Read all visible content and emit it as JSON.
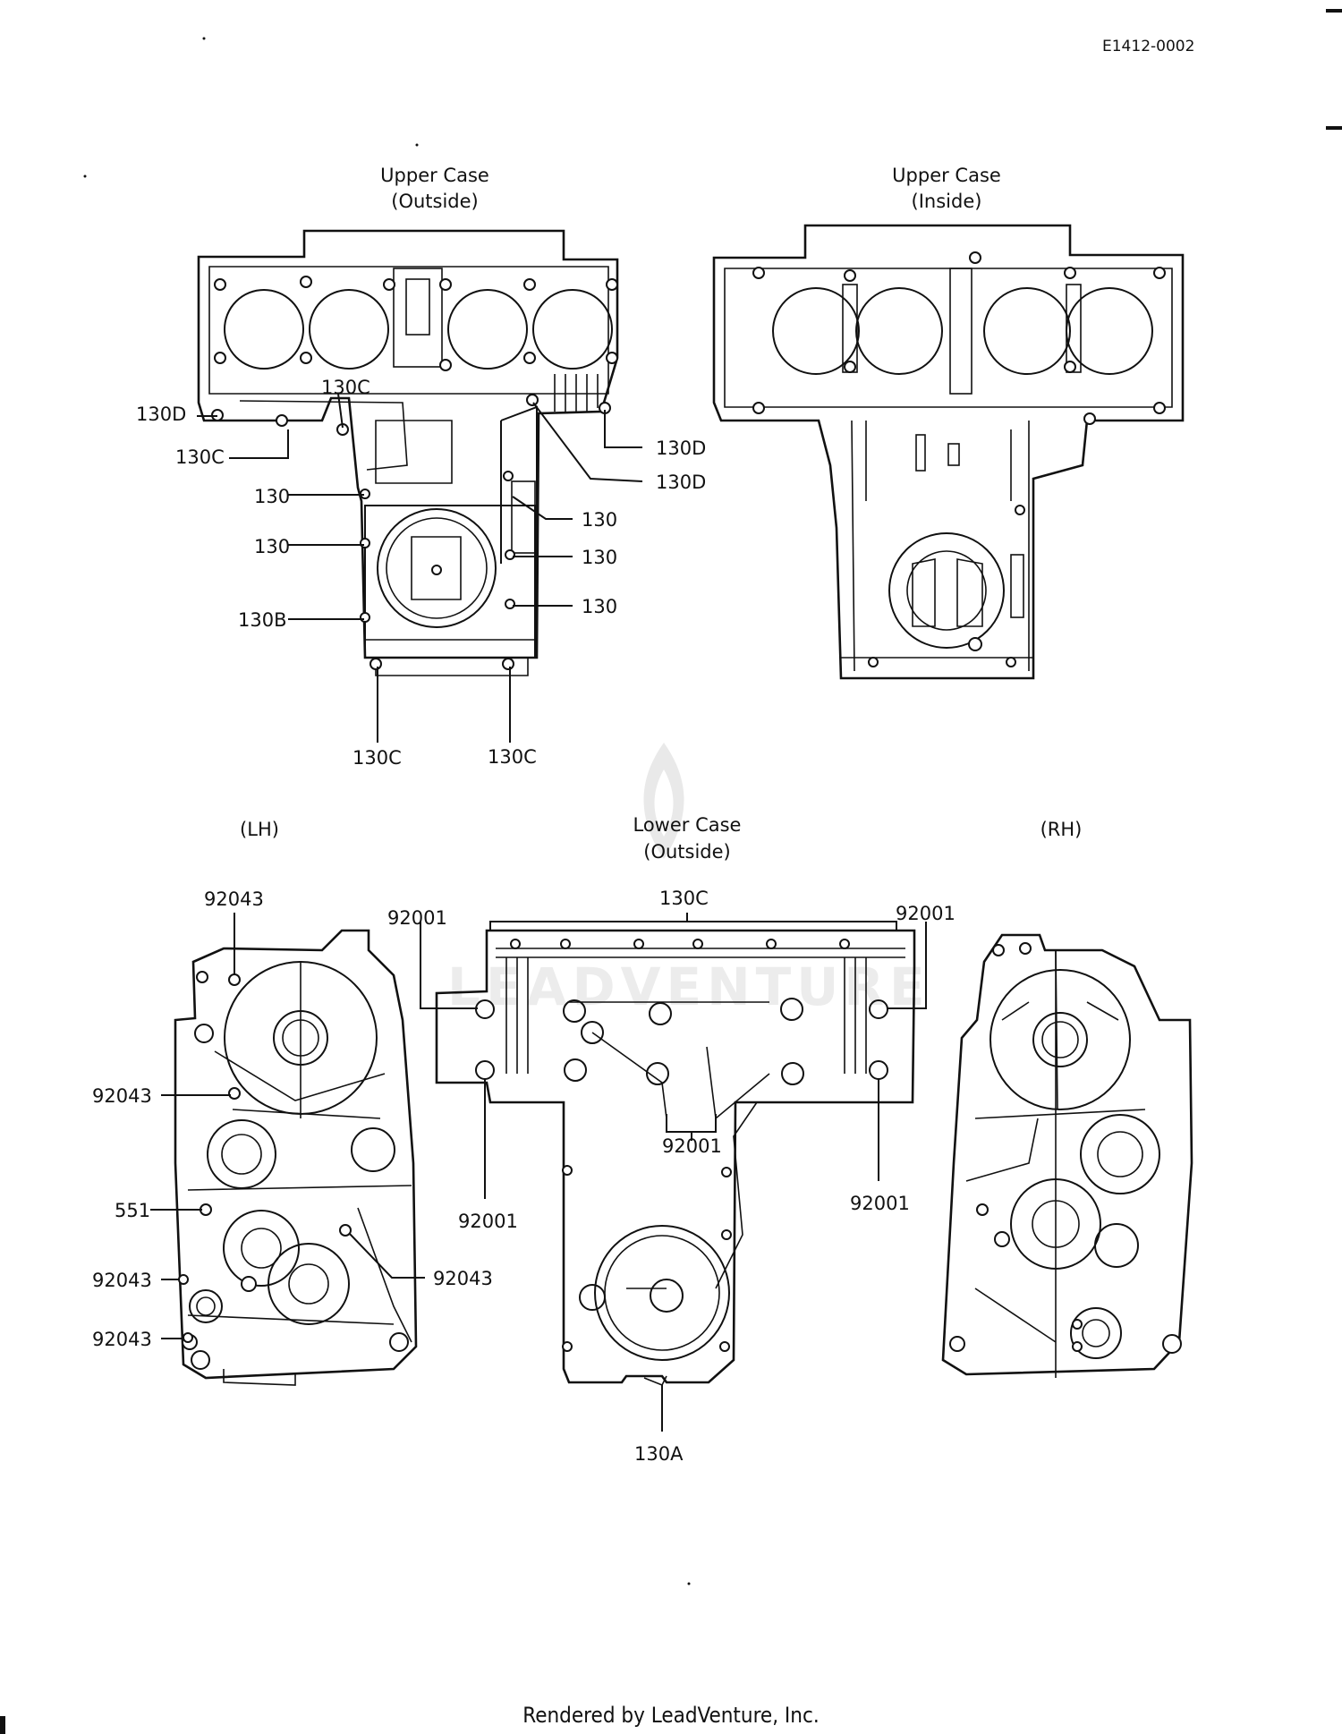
{
  "document_code": "E1412-0002",
  "views": {
    "upper_outside": {
      "title_line1": "Upper Case",
      "title_line2": "(Outside)"
    },
    "upper_inside": {
      "title_line1": "Upper Case",
      "title_line2": "(Inside)"
    },
    "lower_outside": {
      "title_line1": "Lower  Case",
      "title_line2": "(Outside)"
    },
    "lh": {
      "title": "(LH)"
    },
    "rh": {
      "title": "(RH)"
    }
  },
  "callouts": {
    "upper_outside": [
      "130D",
      "130C",
      "130C",
      "130",
      "130",
      "130B",
      "130C",
      "130C",
      "130D",
      "130D",
      "130",
      "130",
      "130"
    ],
    "lh": [
      "92043",
      "92043",
      "551",
      "92043",
      "92043",
      "92043"
    ],
    "lower_outside": [
      "92001",
      "130C",
      "92001",
      "92001",
      "92001",
      "92001",
      "130A"
    ]
  },
  "watermark": {
    "text": "LEADVENTURE"
  },
  "footer": {
    "text": "Rendered by LeadVenture, Inc."
  }
}
